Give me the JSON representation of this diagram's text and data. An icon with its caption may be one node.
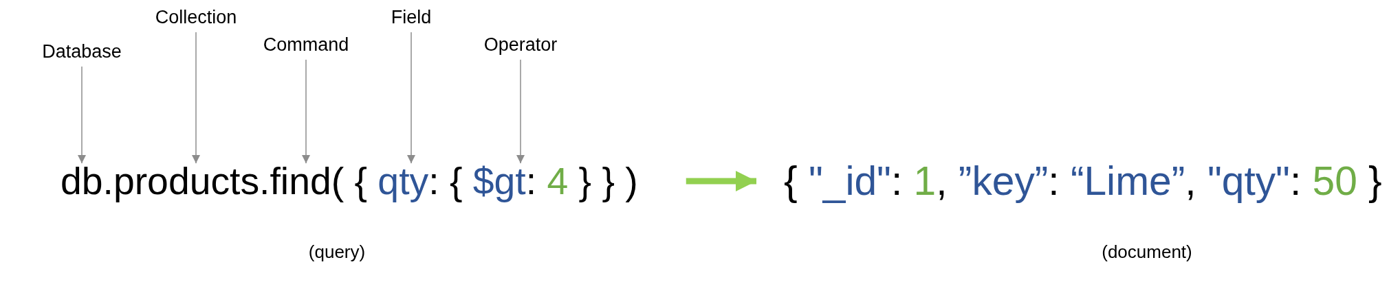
{
  "diagram": {
    "nodes": [
      {
        "text": [
          "Database"
        ]
      },
      {
        "text": [
          "Collection"
        ]
      },
      {
        "text": [
          "Command"
        ]
      },
      {
        "text": [
          "Field"
        ]
      },
      {
        "text": [
          "Operator"
        ]
      },
      {
        "text": [
          "db.products.find( { qty: { $gt: 4 } } )"
        ],
        "beside": [
          "(query)"
        ]
      },
      {
        "text": [
          "{ \"_id\": 1, ”key”: “Lime”, \"qty\": 50 }"
        ],
        "beside": [
          "(document)"
        ]
      }
    ],
    "edges": [
      {
        "from": 0,
        "to": 5,
        "arrow": "to"
      },
      {
        "from": 1,
        "to": 5,
        "arrow": "to"
      },
      {
        "from": 2,
        "to": 5,
        "arrow": "to"
      },
      {
        "from": 3,
        "to": 5,
        "arrow": "to"
      },
      {
        "from": 4,
        "to": 5,
        "arrow": "to"
      },
      {
        "from": 5,
        "to": 6,
        "arrow": "to",
        "style": "thick",
        "color": "#92d050"
      }
    ]
  }
}
